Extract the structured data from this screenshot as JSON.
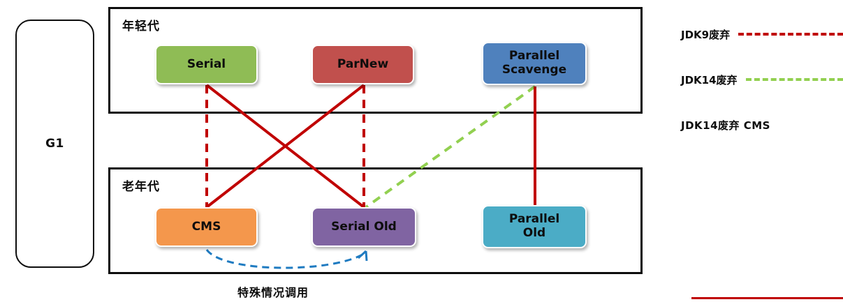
{
  "diagram": {
    "g1": {
      "label": "G1"
    },
    "young_generation": {
      "title": "年轻代"
    },
    "old_generation": {
      "title": "老年代"
    },
    "caption": "特殊情况调用",
    "nodes": [
      {
        "id": "serial",
        "label": "Serial",
        "color": "#8FBC55",
        "generation": "young"
      },
      {
        "id": "parnew",
        "label": "ParNew",
        "color": "#C1504D",
        "generation": "young"
      },
      {
        "id": "parallel-scavenge",
        "label": "Parallel\nScavenge",
        "line1": "Parallel",
        "line2": "Scavenge",
        "color": "#4F81BD",
        "generation": "young"
      },
      {
        "id": "cms",
        "label": "CMS",
        "color": "#F4974C",
        "generation": "old"
      },
      {
        "id": "serial-old",
        "label": "Serial Old",
        "color": "#8064A2",
        "generation": "old"
      },
      {
        "id": "parallel-old",
        "label": "Parallel\nOld",
        "line1": "Parallel",
        "line2": "Old",
        "color": "#4BACC6",
        "generation": "old"
      }
    ],
    "connections": [
      {
        "from": "serial",
        "to": "cms",
        "style": "dashed",
        "color": "#C00000"
      },
      {
        "from": "serial",
        "to": "serial-old",
        "style": "solid",
        "color": "#C00000"
      },
      {
        "from": "parnew",
        "to": "cms",
        "style": "solid",
        "color": "#C00000"
      },
      {
        "from": "parnew",
        "to": "serial-old",
        "style": "dashed",
        "color": "#C00000"
      },
      {
        "from": "parallel-scavenge",
        "to": "serial-old",
        "style": "dashed",
        "color": "#92D050"
      },
      {
        "from": "parallel-scavenge",
        "to": "parallel-old",
        "style": "solid",
        "color": "#C00000"
      },
      {
        "from": "cms",
        "to": "serial-old",
        "style": "dashed-curve",
        "color": "#1F7BC1"
      }
    ]
  },
  "legend": {
    "items": [
      {
        "text": "JDK9废弃",
        "color": "#C00000",
        "has_line": true
      },
      {
        "text": "JDK14废弃",
        "color": "#92D050",
        "has_line": true
      },
      {
        "text": "JDK14废弃  CMS",
        "color": "#0d0d0d",
        "has_line": false
      }
    ],
    "rule_color": "#C00000"
  }
}
